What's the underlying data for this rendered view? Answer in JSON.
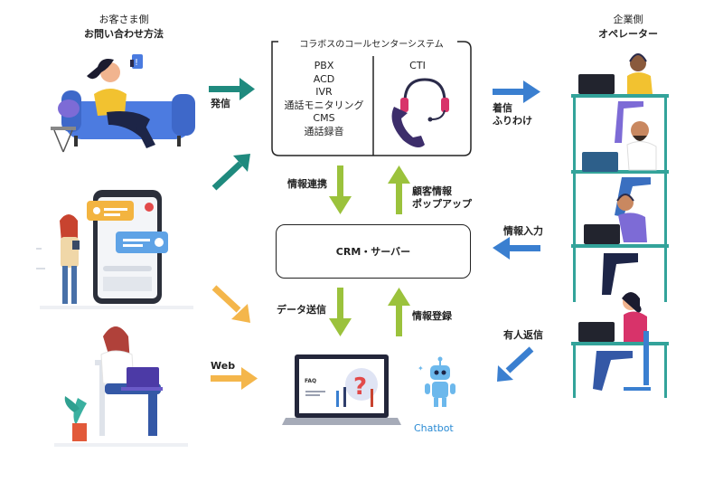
{
  "customer": {
    "title_line1": "お客さま側",
    "title_line2": "お問い合わせ方法"
  },
  "company": {
    "title_line1": "企業側",
    "title_line2": "オペレーター"
  },
  "system": {
    "title": "コラボスのコールセンターシステム",
    "items": [
      "PBX",
      "ACD",
      "IVR",
      "通話モニタリング",
      "CMS",
      "通話録音"
    ],
    "cti_label": "CTI"
  },
  "crm": {
    "label": "CRM・サーバー"
  },
  "arrows": {
    "outgoing": "発信",
    "incoming_line1": "着信",
    "incoming_line2": "ふりわけ",
    "info_link": "情報連携",
    "popup_line1": "顧客情報",
    "popup_line2": "ポップアップ",
    "info_input": "情報入力",
    "data_send": "データ送信",
    "info_register": "情報登録",
    "human_reply": "有人返信",
    "web": "Web"
  },
  "faq_label": "FAQ",
  "chatbot_label": "Chatbot",
  "colors": {
    "teal": "#1f8a7e",
    "blue": "#3a7fd0",
    "green": "#9bc23c",
    "orange": "#f4b64b"
  }
}
